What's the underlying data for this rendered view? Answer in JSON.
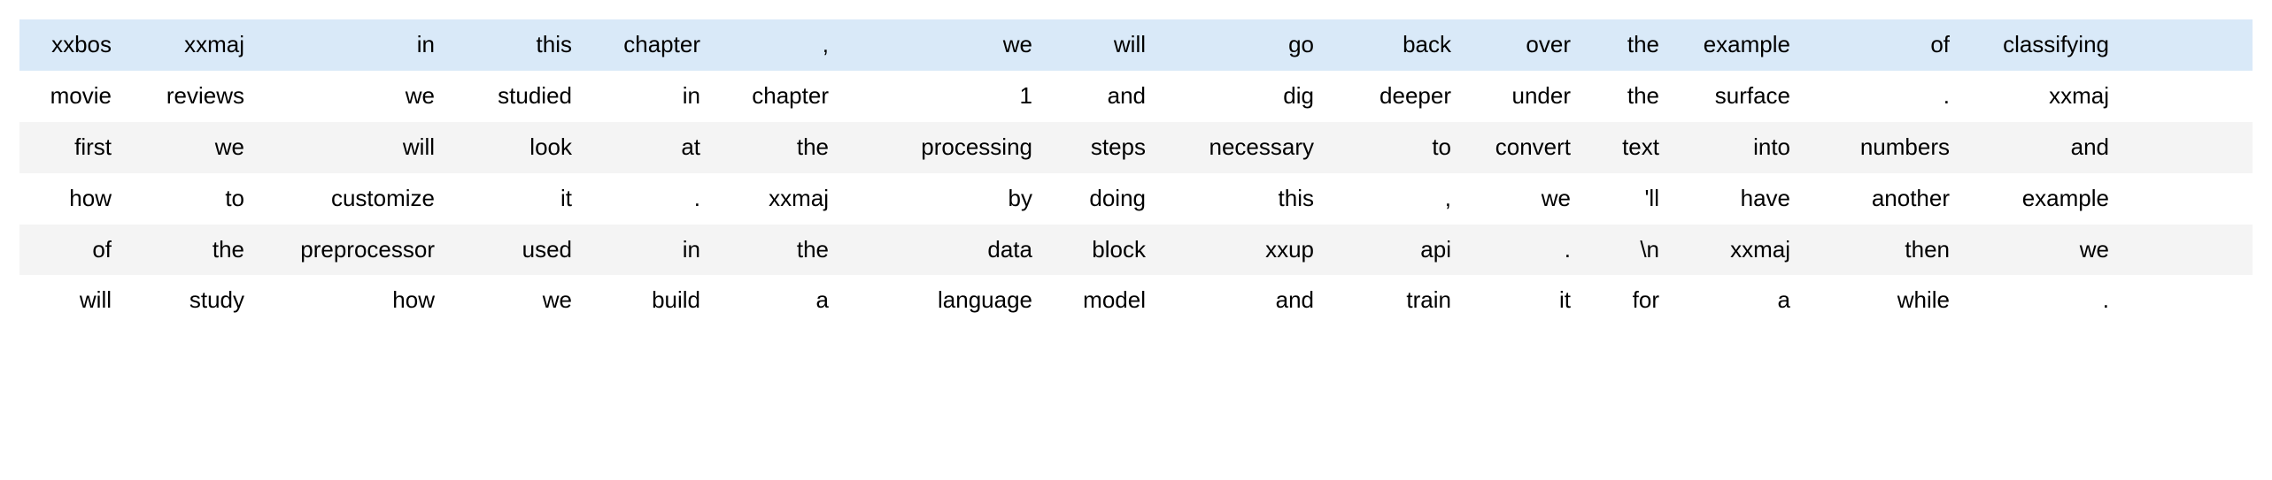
{
  "table": {
    "columns": 16,
    "row_count": 6,
    "colors": {
      "highlight_row": "#d9e9f8",
      "stripe_row": "#f4f4f4",
      "plain_row": "#ffffff",
      "text": "#000000",
      "page_background": "#ffffff"
    },
    "rows": [
      {
        "style": "highlight",
        "cells": [
          "xxbos",
          "xxmaj",
          "in",
          "this",
          "chapter",
          ",",
          "we",
          "will",
          "go",
          "back",
          "over",
          "the",
          "example",
          "of",
          "classifying",
          ""
        ]
      },
      {
        "style": "plain",
        "cells": [
          "movie",
          "reviews",
          "we",
          "studied",
          "in",
          "chapter",
          "1",
          "and",
          "dig",
          "deeper",
          "under",
          "the",
          "surface",
          ".",
          "xxmaj",
          ""
        ]
      },
      {
        "style": "stripe",
        "cells": [
          "first",
          "we",
          "will",
          "look",
          "at",
          "the",
          "processing",
          "steps",
          "necessary",
          "to",
          "convert",
          "text",
          "into",
          "numbers",
          "and",
          ""
        ]
      },
      {
        "style": "plain",
        "cells": [
          "how",
          "to",
          "customize",
          "it",
          ".",
          "xxmaj",
          "by",
          "doing",
          "this",
          ",",
          "we",
          "'ll",
          "have",
          "another",
          "example",
          ""
        ]
      },
      {
        "style": "stripe",
        "cells": [
          "of",
          "the",
          "preprocessor",
          "used",
          "in",
          "the",
          "data",
          "block",
          "xxup",
          "api",
          ".",
          "\\n",
          "xxmaj",
          "then",
          "we",
          ""
        ]
      },
      {
        "style": "plain",
        "cells": [
          "will",
          "study",
          "how",
          "we",
          "build",
          "a",
          "language",
          "model",
          "and",
          "train",
          "it",
          "for",
          "a",
          "while",
          ".",
          ""
        ]
      }
    ]
  }
}
